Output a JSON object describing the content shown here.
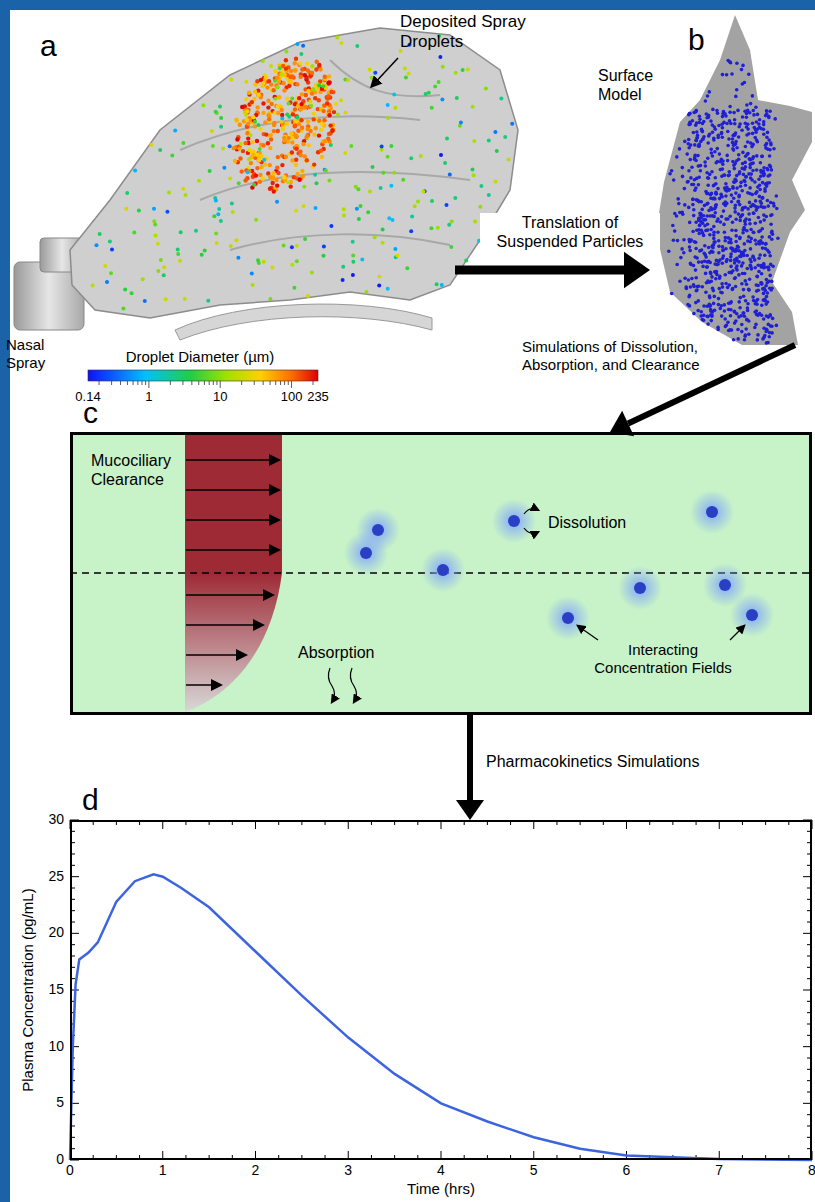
{
  "diagram": {
    "nodes": [
      {
        "text": [
          "a",
          "Nasal Spray",
          "Droplet Diameter (µm)"
        ]
      },
      {
        "text": [
          "b"
        ]
      },
      {
        "text": [
          "c",
          "Mucociliary Clearance",
          "Dissolution",
          "Absorption",
          "Interacting Concentration Fields"
        ]
      },
      {
        "text": [
          "d"
        ]
      }
    ],
    "edges": [
      {
        "from": 0,
        "to": 1,
        "arrow": "to",
        "label": "Translation of Suspended Particles"
      },
      {
        "from": 1,
        "to": 2,
        "arrow": "to",
        "label": "Simulations of Dissolution, Absorption, and Clearance"
      },
      {
        "from": 2,
        "to": 3,
        "arrow": "to",
        "label": "Pharmacokinetics Simulations"
      }
    ],
    "labels": [
      "Deposited Spray Droplets",
      "0.14",
      "1",
      "10",
      "100",
      "235",
      "Surface Model",
      "Plasma Concentration (pg/mL)",
      "Time (hrs)",
      "0",
      "5",
      "10",
      "15",
      "20",
      "25",
      "30",
      "0",
      "1",
      "2",
      "3",
      "4",
      "5",
      "6",
      "7",
      "8"
    ]
  }
}
